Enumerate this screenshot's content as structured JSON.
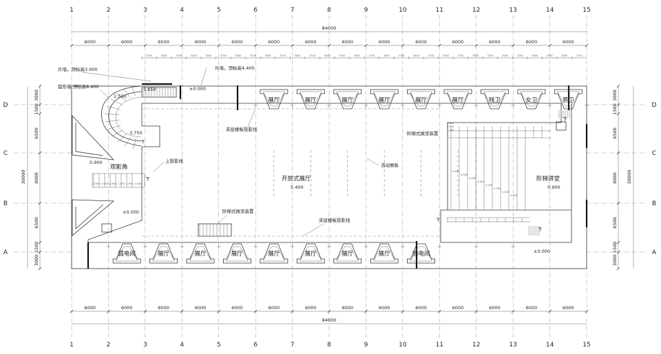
{
  "grid": {
    "columns": [
      "1",
      "2",
      "3",
      "4",
      "5",
      "6",
      "7",
      "8",
      "9",
      "10",
      "11",
      "12",
      "13",
      "14",
      "15"
    ],
    "rows": [
      "D",
      "C",
      "B",
      "A"
    ]
  },
  "dimensions": {
    "bay": "6000",
    "total_width": "84000",
    "total_depth": "30000",
    "row_spacings": [
      "3000",
      "1500",
      "6500",
      "8000",
      "6500",
      "1500",
      "3000"
    ],
    "fine": [
      "3750",
      "3000",
      "3750",
      "4500",
      "3000",
      "3750",
      "3000",
      "3750",
      "3000",
      "3750",
      "3000",
      "3750",
      "3000",
      "3750",
      "3000",
      "3750",
      "3000",
      "3750",
      "3000",
      "3750",
      "3000",
      "3750",
      "3000",
      "3750",
      "3000",
      "3750",
      "3000",
      "3750",
      "3000",
      "3750"
    ]
  },
  "rooms": {
    "top": [
      "展厅",
      "展厅",
      "展厅",
      "展厅",
      "展厅",
      "展厅",
      "残卫",
      "女卫",
      "男卫"
    ],
    "bottom": [
      "弱电间",
      "展厅",
      "展厅",
      "展厅",
      "展厅",
      "展厅",
      "展厅",
      "展厅",
      "强电间"
    ],
    "open_hall": "开放式展厅",
    "open_hall_level": "5.400",
    "lecture": "阶梯讲堂",
    "lecture_level": "0.900",
    "viewing_corner": "观影角",
    "viewing_level": "0.900"
  },
  "annotations": {
    "wall_top1": "片墙，顶标高3.000",
    "wall_top2": "片墙，顶标高4.400",
    "curved_wall": "弧形墙 顶标高8.400",
    "mezz_proj_top": "夹层楼板投影线",
    "mezz_proj_bottom": "夹层楼板投影线",
    "movable_partition": "活动展板",
    "stepped_device_right": "阶梯式展览装置",
    "stepped_device_bottom": "阶梯式展览装置",
    "upper_projection": "上投影线",
    "lvl_1650": "1.650",
    "lvl_2550": "2.550",
    "lvl_3750": "3.750",
    "lvl_pm_top": "±0.000",
    "lvl_pm_left": "±0.000",
    "lvl_pm_right": "±0.000",
    "down": "下",
    "step_levels": [
      "4.950",
      "4.500",
      "4.050",
      "3.600",
      "3.150",
      "2.700",
      "2.250",
      "1.800"
    ],
    "left_step_levels": [
      "3.900",
      "3.400",
      "2.900",
      "2.400",
      "1.900",
      "1.400"
    ],
    "tiny_levels": [
      "3.600",
      "3.300",
      "2.700"
    ]
  }
}
